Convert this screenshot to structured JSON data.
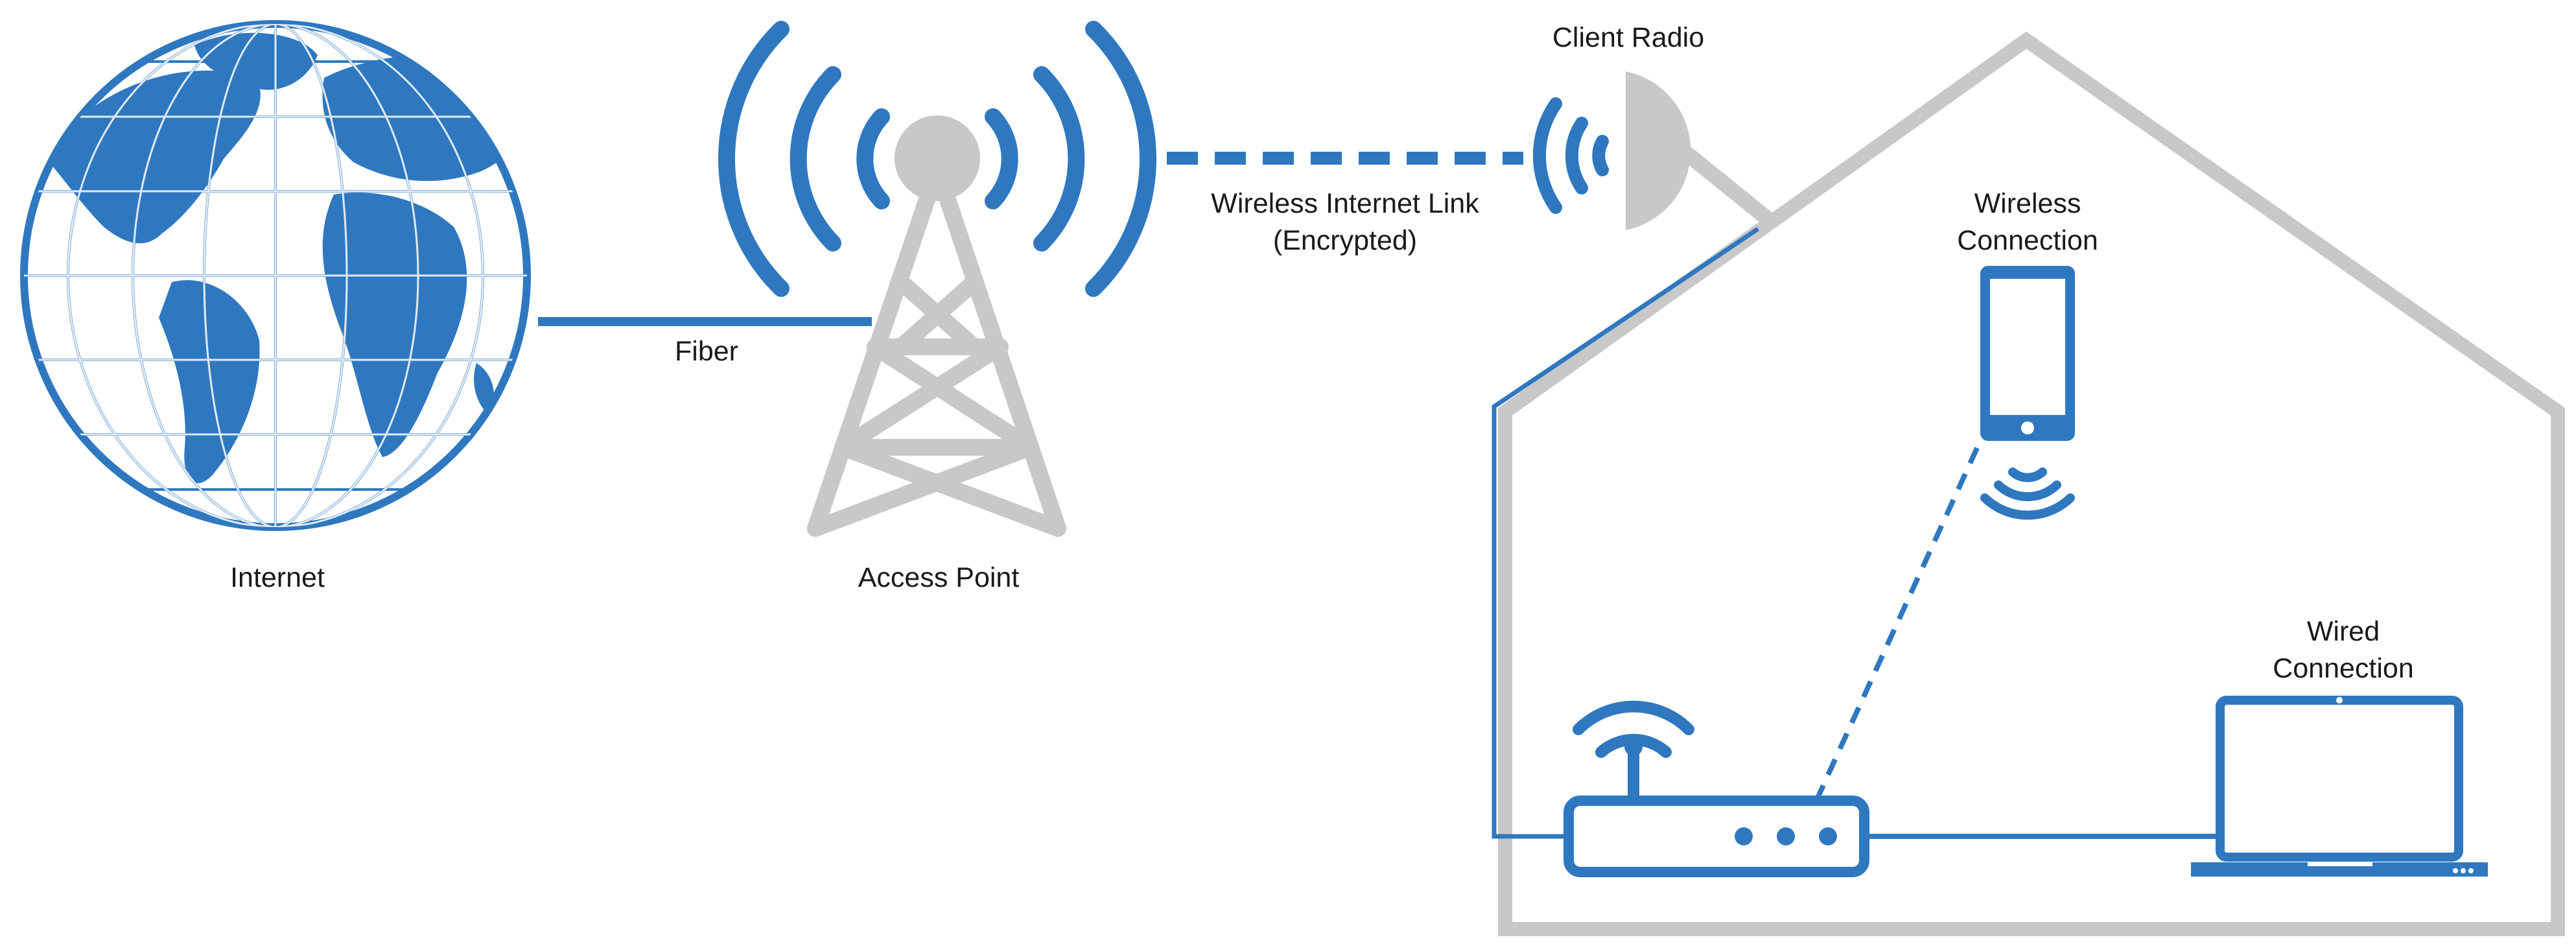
{
  "colors": {
    "primary_blue": "#2f78c0",
    "structure_gray": "#c8c8c8",
    "text": "#1a1a1a",
    "background": "#ffffff"
  },
  "nodes": {
    "internet": {
      "label": "Internet",
      "icon": "globe-icon"
    },
    "access_point": {
      "label": "Access Point",
      "icon": "tower-icon"
    },
    "client_radio": {
      "label": "Client Radio",
      "icon": "dish-icon"
    },
    "wireless_connection": {
      "label_line1": "Wireless",
      "label_line2": "Connection",
      "icon": "smartphone-icon"
    },
    "wired_connection": {
      "label_line1": "Wired",
      "label_line2": "Connection",
      "icon": "laptop-icon"
    },
    "router": {
      "icon": "router-icon"
    }
  },
  "links": {
    "fiber": {
      "label": "Fiber",
      "style": "solid"
    },
    "wireless_link": {
      "label_line1": "Wireless Internet Link",
      "label_line2": "(Encrypted)",
      "style": "dashed"
    },
    "router_to_phone": {
      "style": "dashed"
    },
    "router_to_laptop": {
      "style": "solid"
    },
    "radio_to_router": {
      "style": "solid"
    }
  },
  "house": {
    "icon": "house-outline"
  }
}
